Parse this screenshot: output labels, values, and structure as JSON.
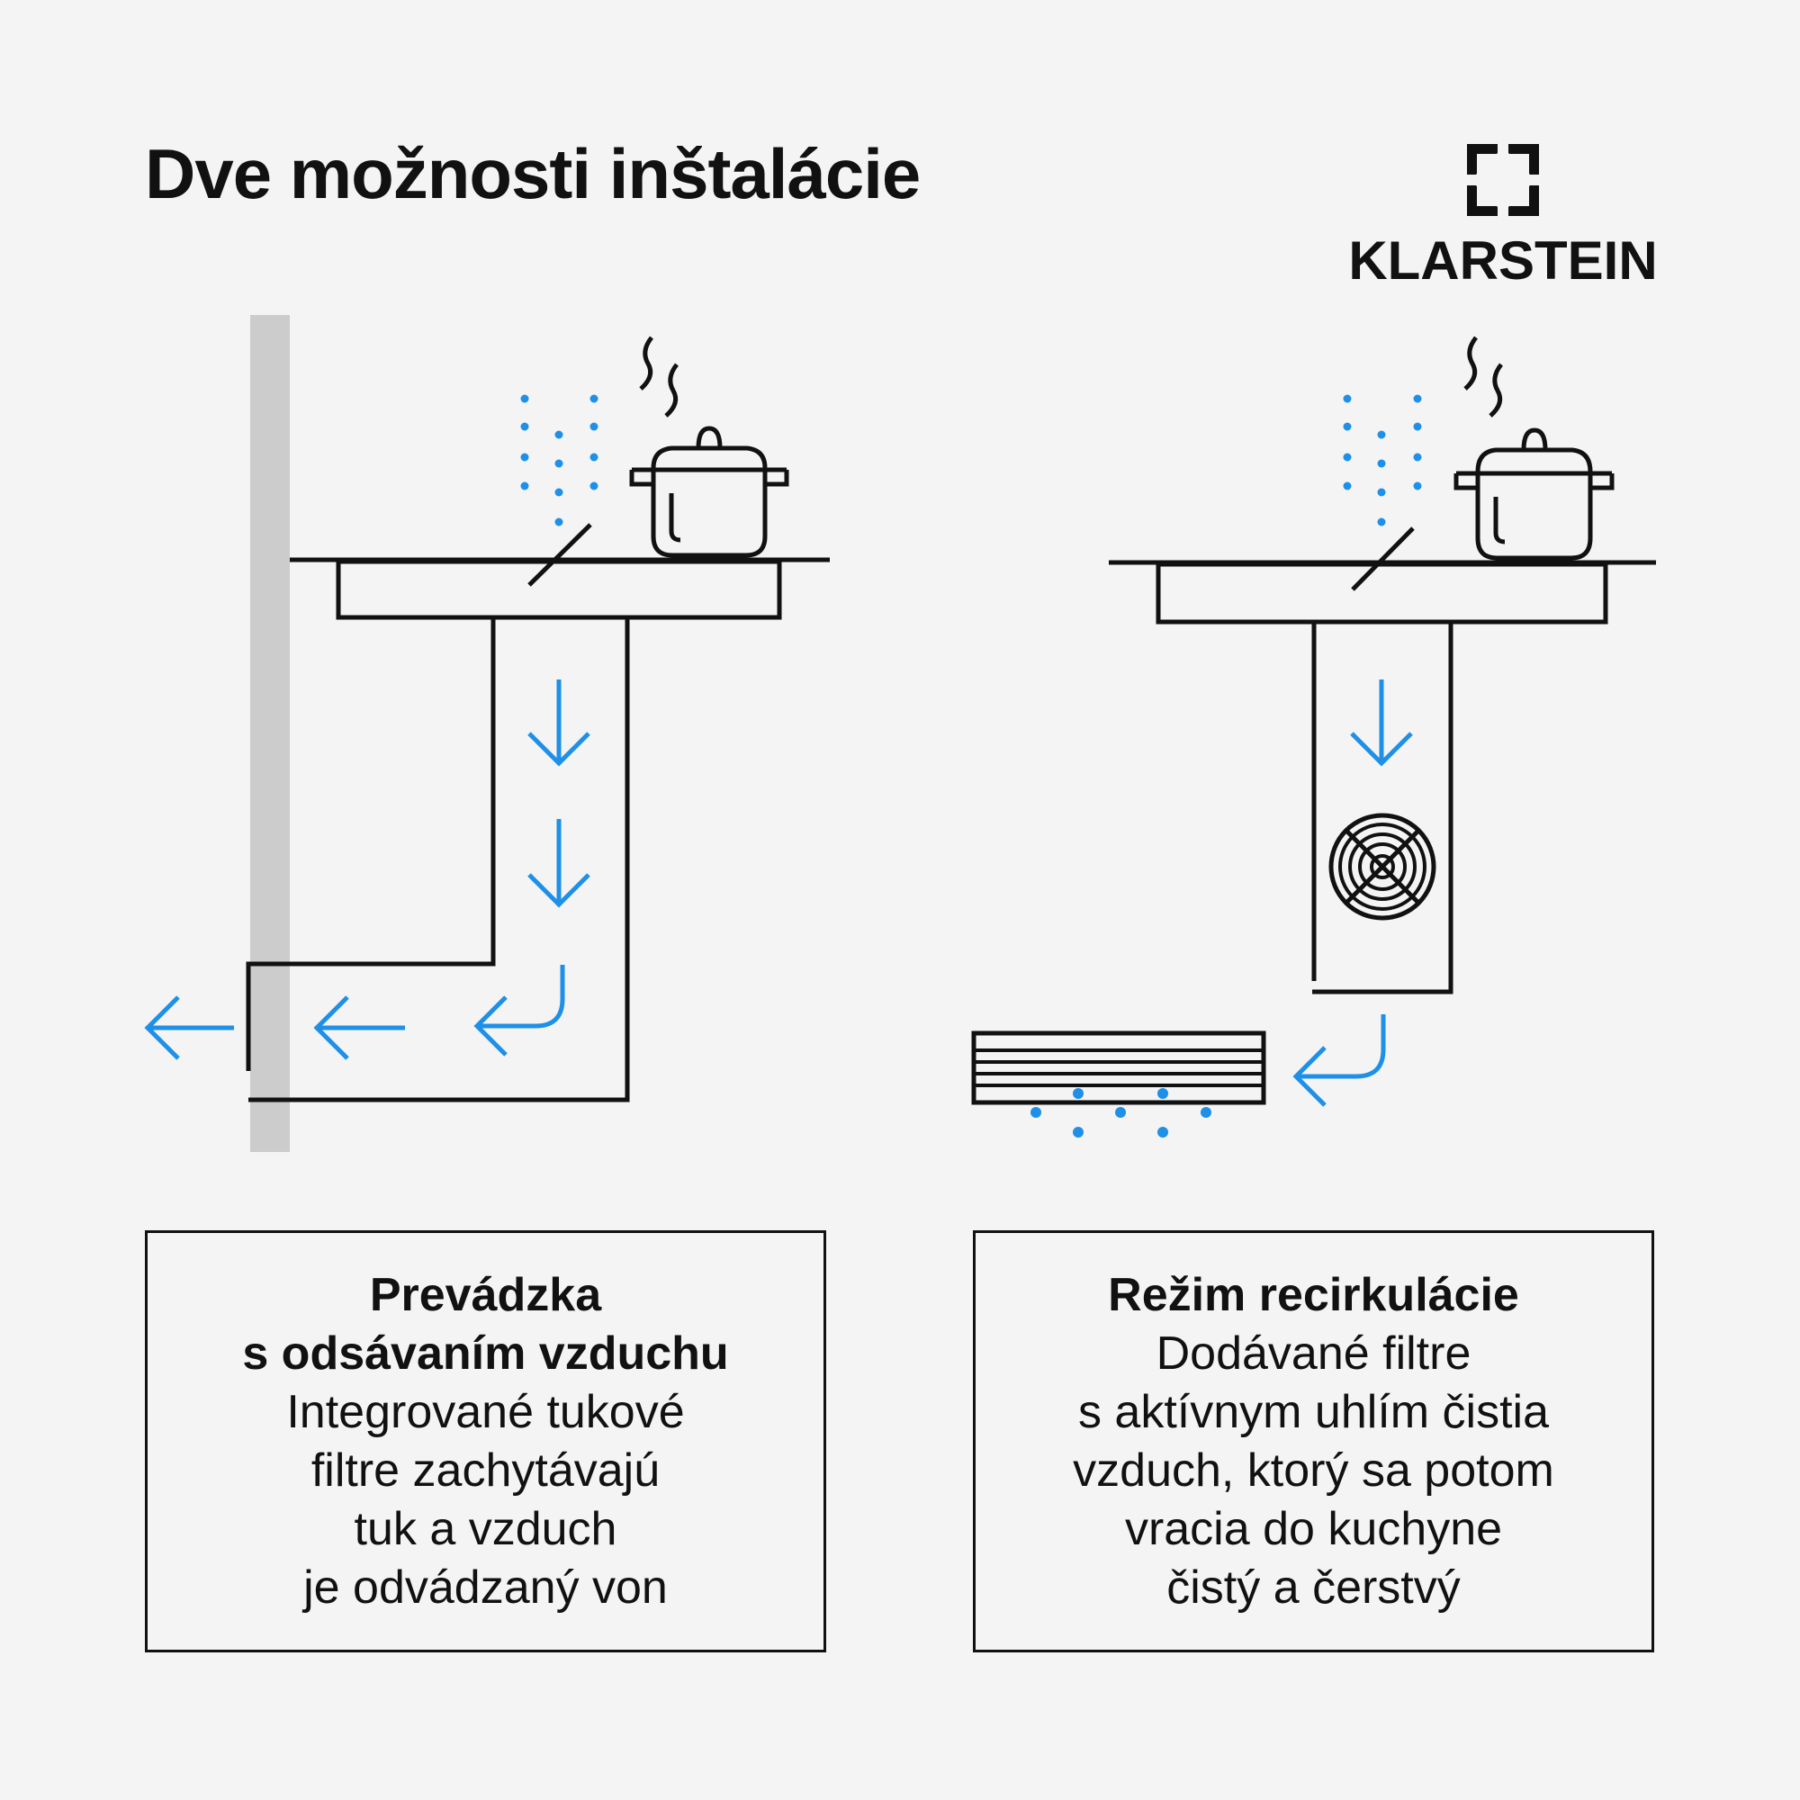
{
  "title": "Dve možnosti inštalácie",
  "brand": {
    "name": "KLARSTEIN",
    "logo_icon": "klarstein-logo-icon"
  },
  "colors": {
    "background": "#f4f4f4",
    "line": "#111111",
    "accent": "#1e90e8",
    "wall": "#cccccc"
  },
  "panels": [
    {
      "heading_lines": [
        "Prevádzka",
        "s odsávaním vzduchu"
      ],
      "body_lines": [
        "Integrované tukové",
        "filtre zachytávajú",
        "tuk a vzduch",
        "je odvádzaný von"
      ]
    },
    {
      "heading_lines": [
        "Režim recirkulácie"
      ],
      "body_lines": [
        "Dodávané filtre",
        "s aktívnym uhlím čistia",
        "vzduch, ktorý sa potom",
        "vracia do kuchyne",
        "čistý a čerstvý"
      ]
    }
  ]
}
